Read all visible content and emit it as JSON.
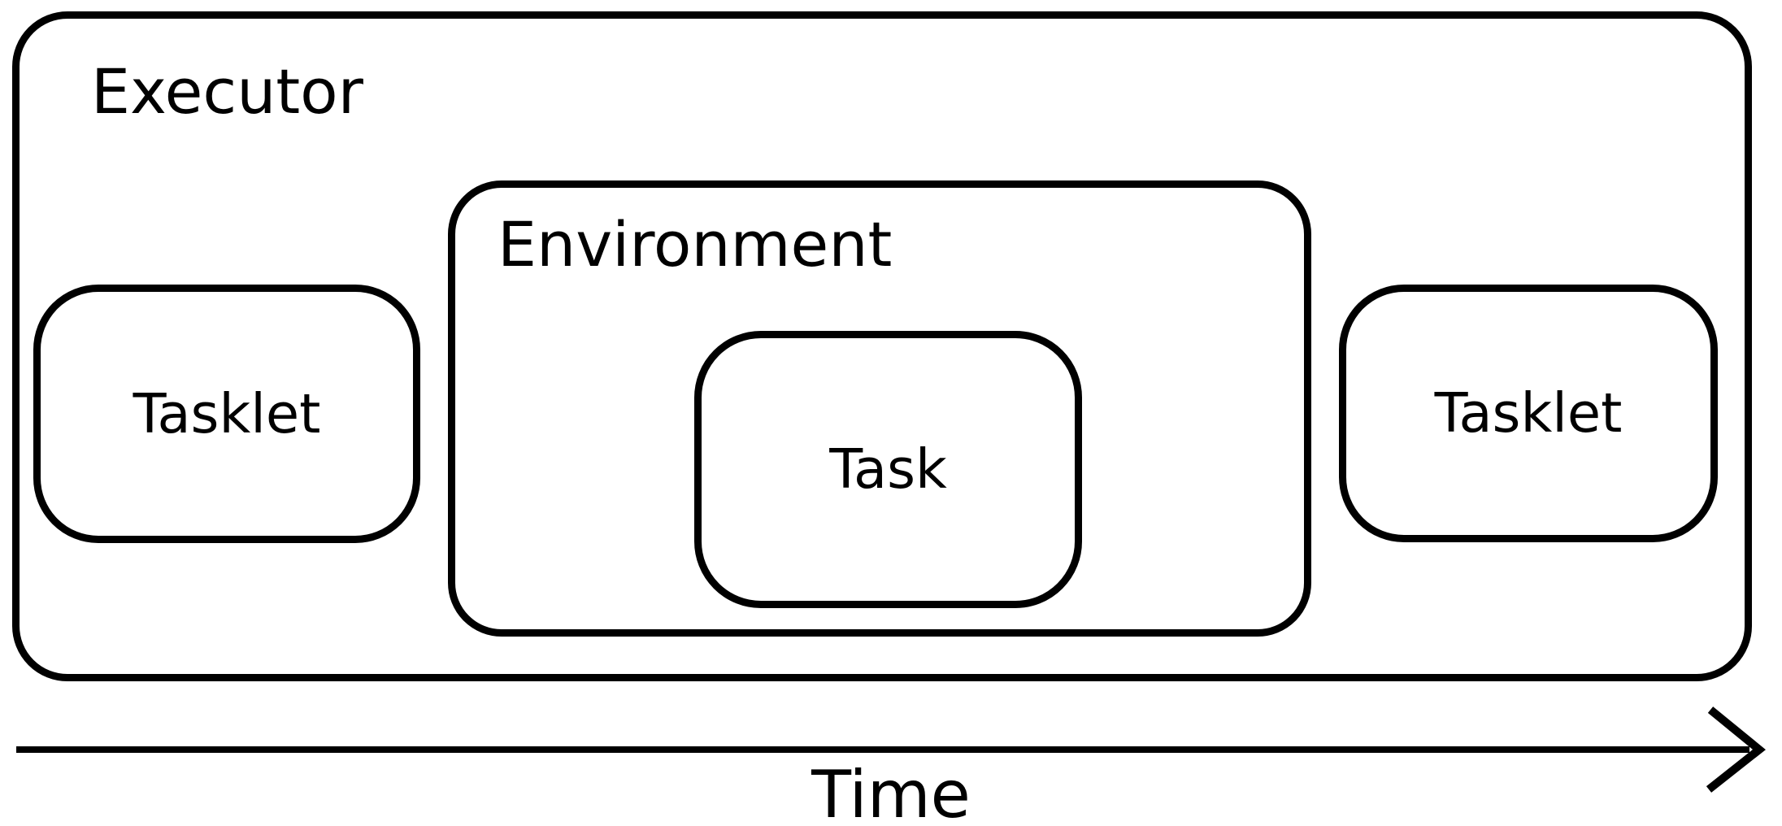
{
  "colors": {
    "background": "#ffffff",
    "line": "#000000",
    "text": "#000000"
  },
  "executor": {
    "label": "Executor"
  },
  "environment": {
    "label": "Environment"
  },
  "task": {
    "label": "Task"
  },
  "tasklets": {
    "left": "Tasklet",
    "right": "Tasklet"
  },
  "time_axis": {
    "label": "Time"
  }
}
